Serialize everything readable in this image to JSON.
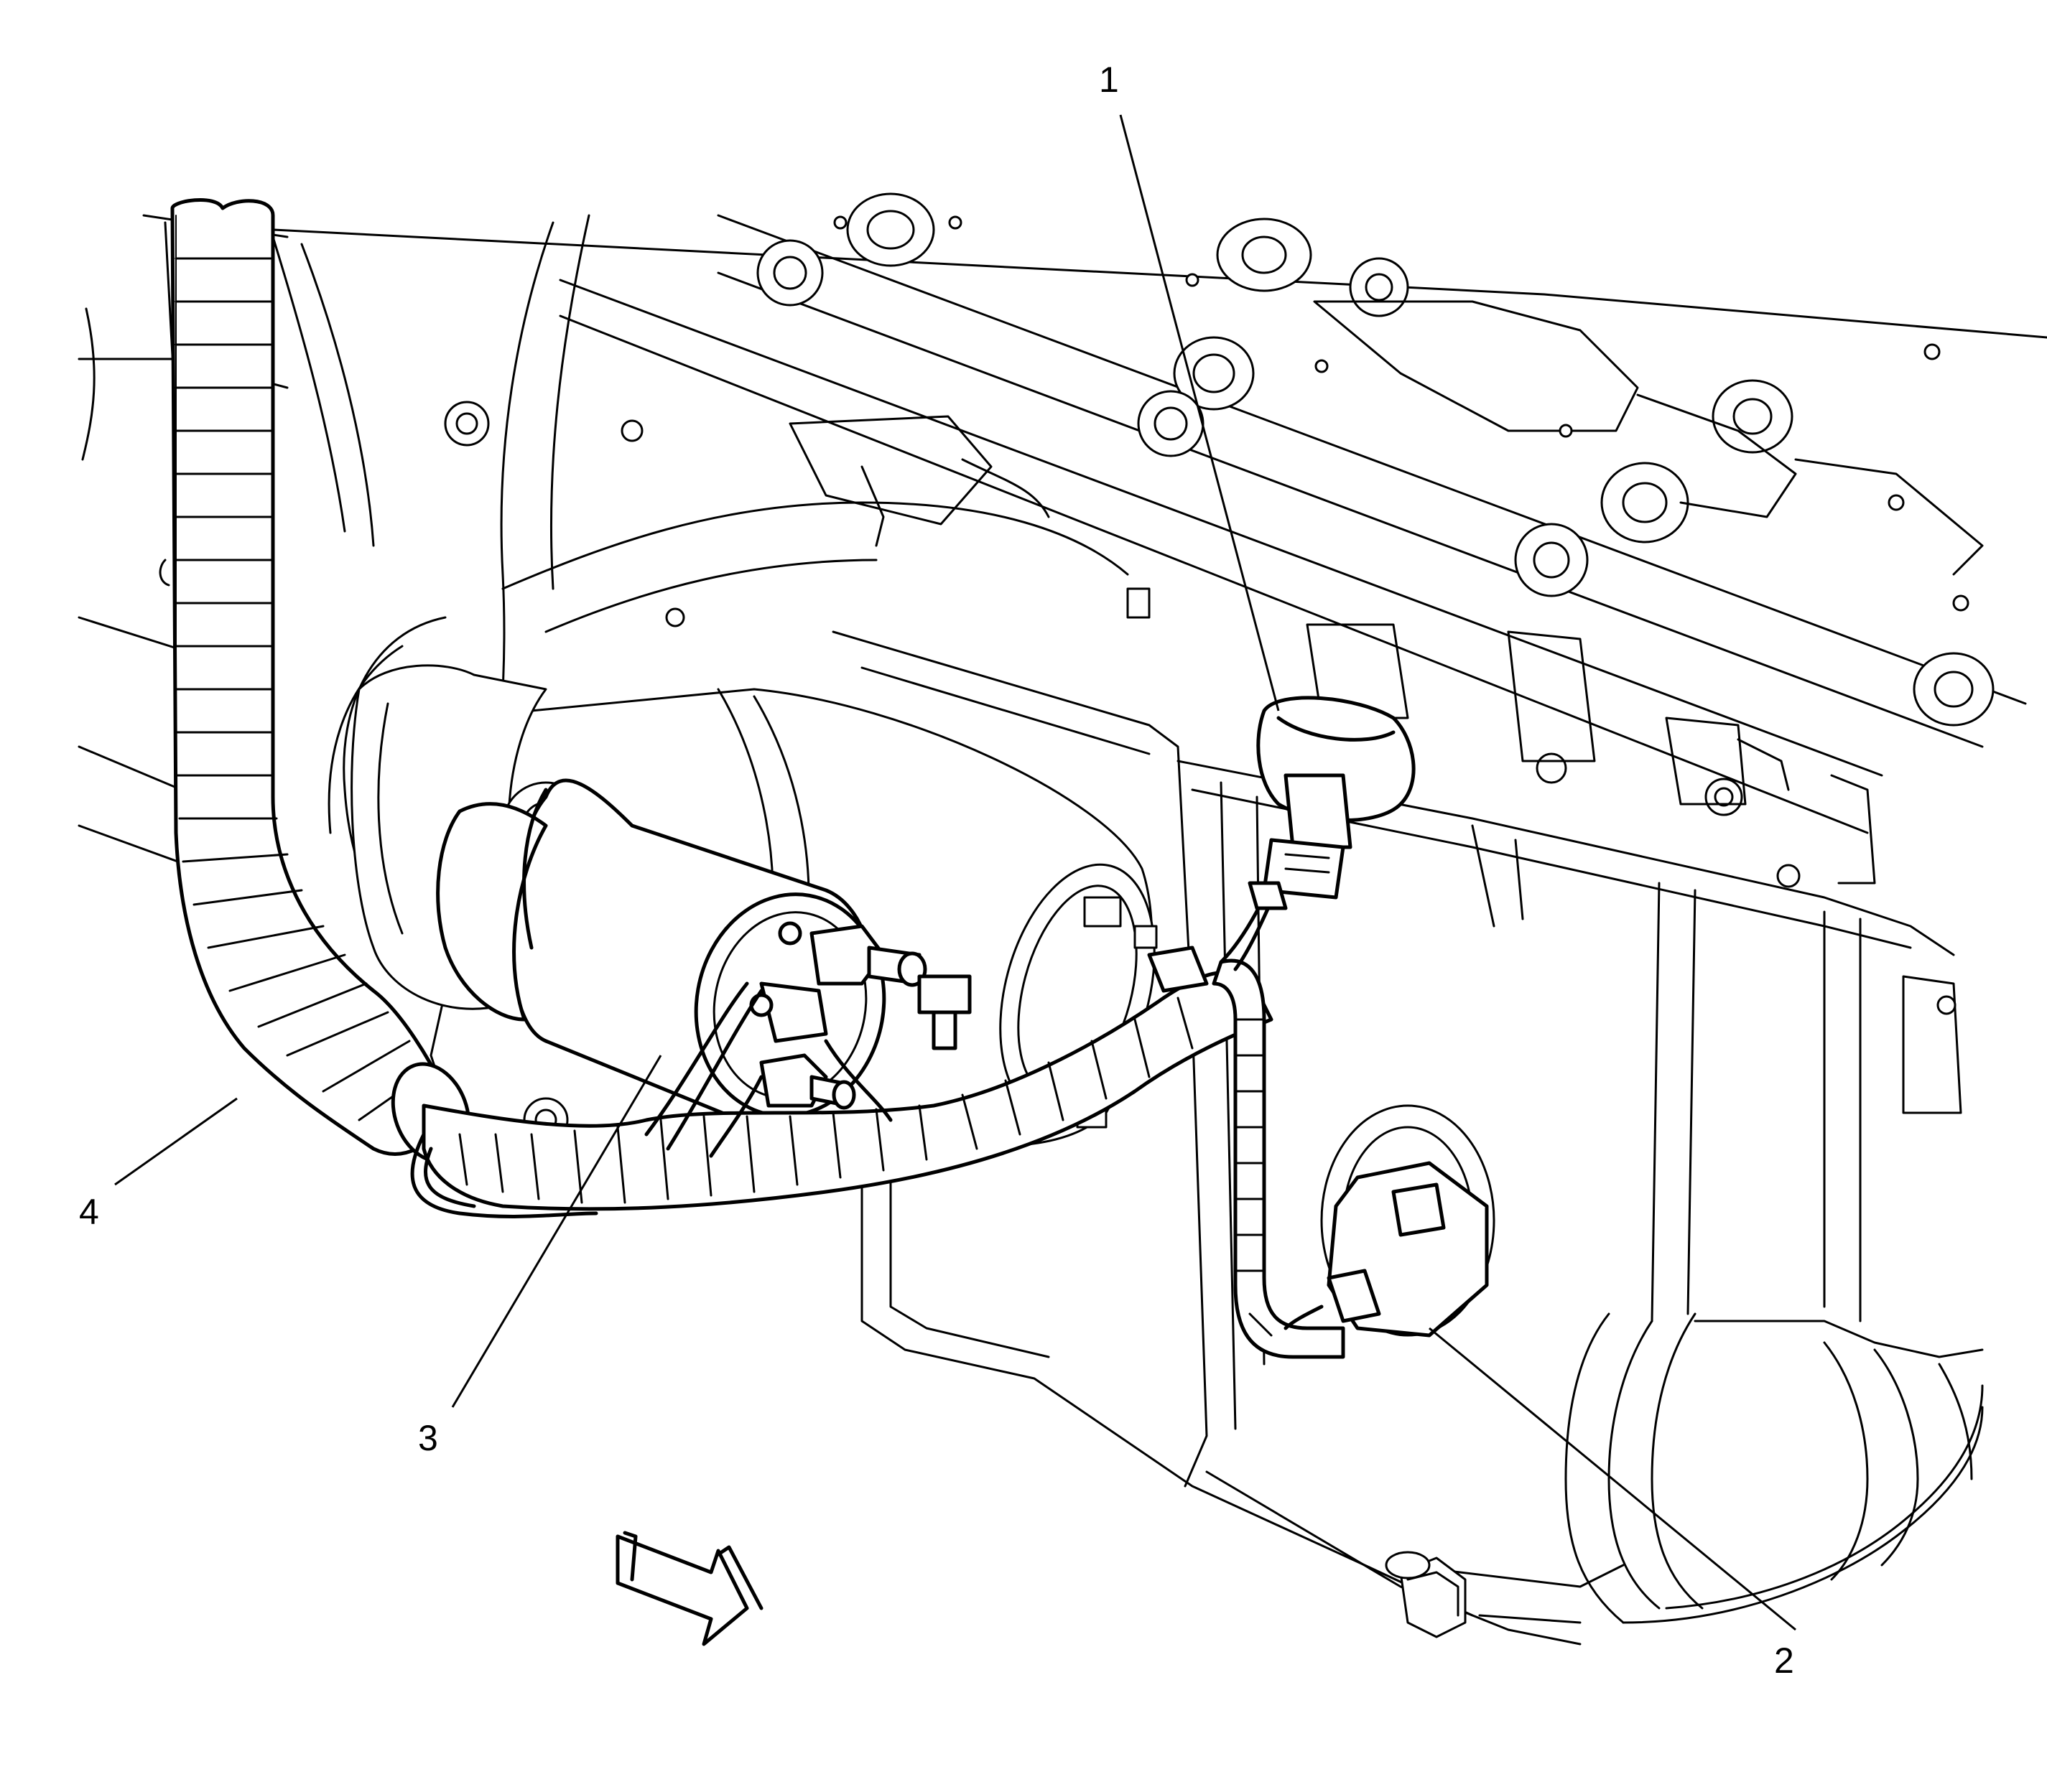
{
  "callouts": [
    {
      "id": "1",
      "text": "1"
    },
    {
      "id": "2",
      "text": "2"
    },
    {
      "id": "3",
      "text": "3"
    },
    {
      "id": "4",
      "text": "4"
    }
  ],
  "icons": {
    "direction_arrow": "front-direction-arrow-icon"
  }
}
